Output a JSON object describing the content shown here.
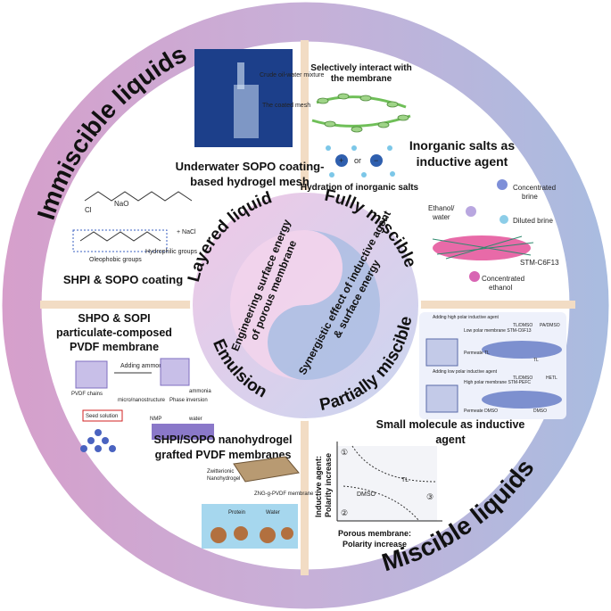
{
  "ring": {
    "top_left": "Immiscible liquids",
    "bottom_right": "Miscible liquids"
  },
  "center": {
    "layered": "Layered liquid",
    "fully": "Fully miscible",
    "emulsion": "Emulsion",
    "partially": "Partially miscible",
    "left_text": "Engineering surface energy of porous membrane",
    "right_text": "Synergistic effect of inductive agent & surface energy"
  },
  "q1": {
    "title": "Underwater SOPO coating-based hydrogel mesh",
    "photo_label1": "Crude oil-water mixture",
    "photo_label2": "The coated mesh",
    "chem_naco": "NaO",
    "chem_cl": "Cl",
    "chem_nacl": "+ NaCl",
    "oleophobic": "Oleophobic groups",
    "hydrophilic": "Hydrophilic groups",
    "caption": "SHPI & SOPO coating"
  },
  "q2": {
    "top_caption": "Selectively interact with the membrane",
    "title_line1": "Inorganic salts as",
    "title_line2": "inductive agent",
    "or": "or",
    "hydration": "Hydration of inorganic salts",
    "conc_brine": "Concentrated brine",
    "ethanol_water": "Ethanol/ water",
    "diluted_brine": "Diluted brine",
    "stm": "STM-C6F13",
    "conc_ethanol": "Concentrated ethanol"
  },
  "q3": {
    "title_line1": "SHPO & SOPI",
    "title_line2": "particulate-composed",
    "title_line3": "PVDF membrane",
    "adding_ammonia": "Adding ammonia",
    "pvdf_chains": "PVDF chains",
    "ammonia": "ammonia",
    "microstructure": "micro/nanostructure",
    "phase_inversion": "Phase inversion",
    "nmp": "NMP",
    "water": "water",
    "seed": "Seed solution",
    "title2_line1": "SHPI/SOPO nanohydrogel",
    "title2_line2": "grafted PVDF membranes",
    "zwitterionic": "Zwitterionic Nanohydrogel",
    "zng": "ZNG-g-PVDF membrane",
    "protein": "Protein",
    "water2": "Water"
  },
  "q4": {
    "title_line1": "Small molecule as inductive",
    "title_line2": "agent",
    "adding_high": "Adding high polar inductive agent",
    "adding_low": "Adding low polar inductive agent",
    "low_polar_membrane": "Low polar membrane STM-C6F13",
    "high_polar_membrane": "High polar membrane STM-PEFC",
    "tl_dmso": "TL/DMSO",
    "pa_dmso": "PA/DMSO",
    "tl_dmso2": "TL/DMSO",
    "hetl": "HETL",
    "dmso": "DMSO",
    "tl": "TL",
    "permeate1": "Permeate TL",
    "permeate2": "Permeate DMSO",
    "y_axis_line1": "Inductive agent:",
    "y_axis_line2": "Polarity increase",
    "x_axis_line1": "Porous membrane:",
    "x_axis_line2": "Polarity increase",
    "r1": "①",
    "r2": "②",
    "r3": "③",
    "dmso_label": "DMSO",
    "tl_label": "TL"
  },
  "colors": {
    "pink": "#d6a0cc",
    "blue": "#a7b9de",
    "divider": "#f2dcc4"
  }
}
